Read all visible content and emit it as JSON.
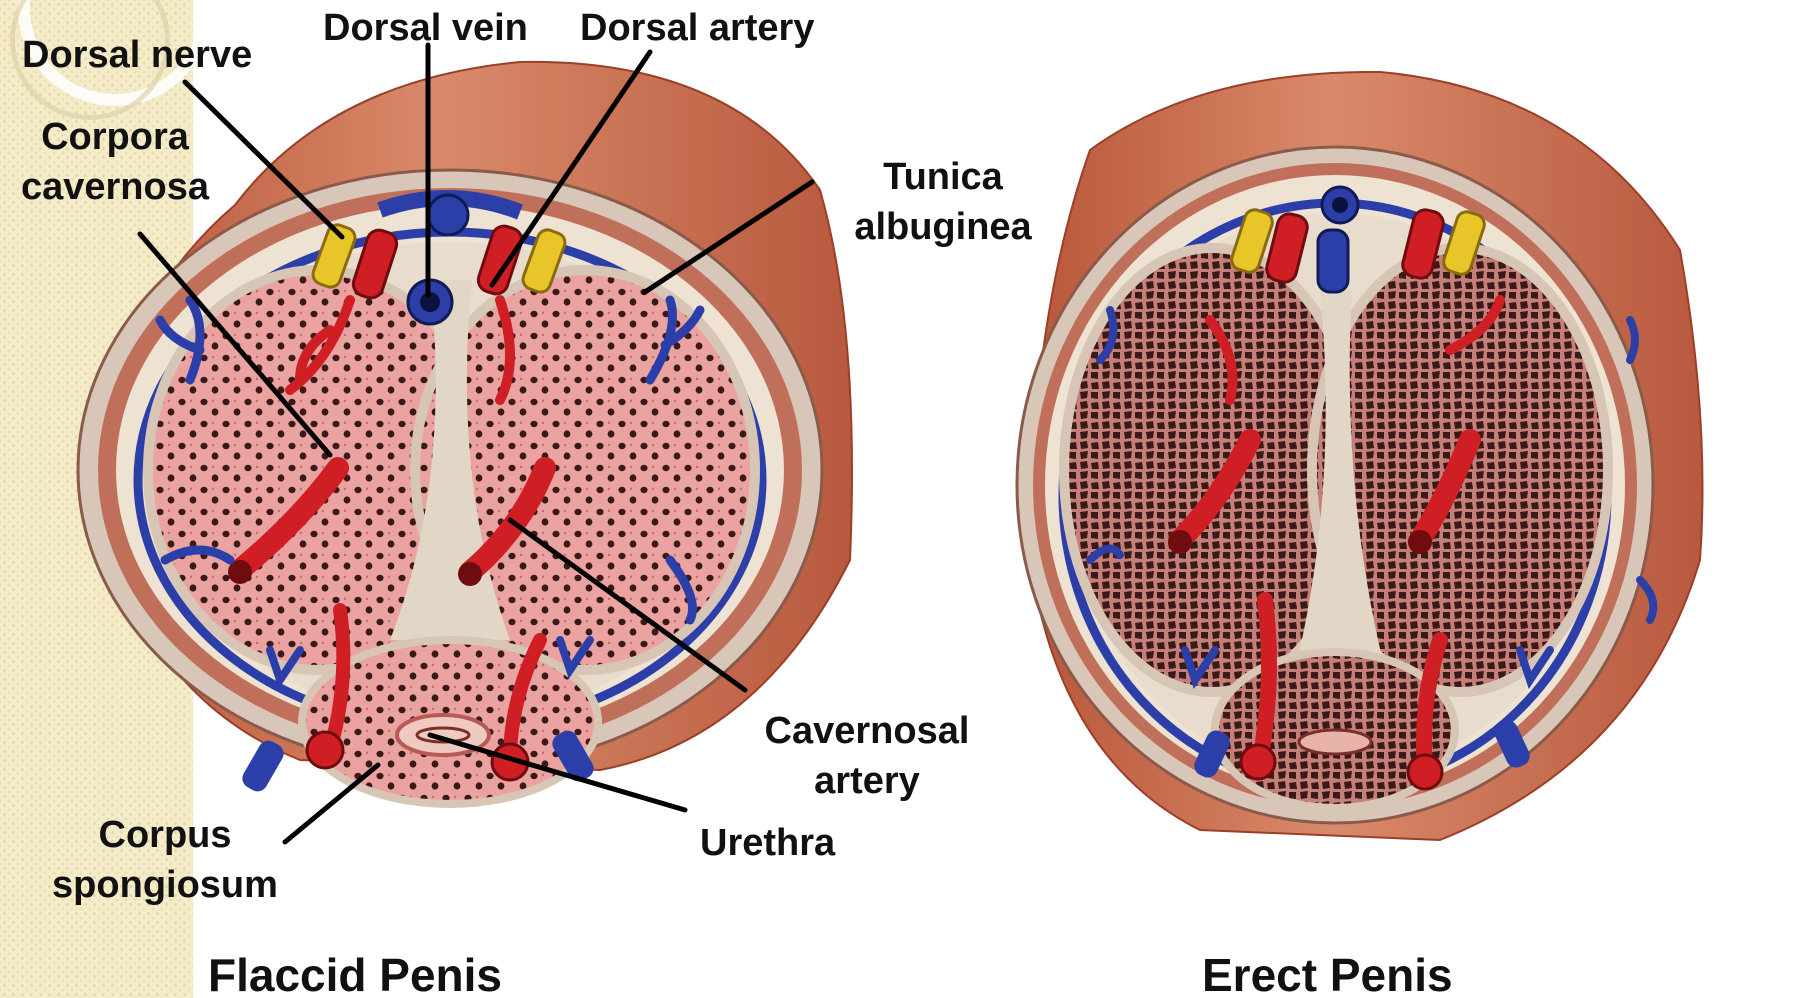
{
  "labels": {
    "dorsal_nerve": "Dorsal nerve",
    "dorsal_vein": "Dorsal vein",
    "dorsal_artery": "Dorsal artery",
    "corpora_cavernosa_line1": "Corpora",
    "corpora_cavernosa_line2": "cavernosa",
    "tunica_albuginea_line1": "Tunica",
    "tunica_albuginea_line2": "albuginea",
    "cavernosal_artery_line1": "Cavernosal",
    "cavernosal_artery_line2": "artery",
    "corpus_spongiosum_line1": "Corpus",
    "corpus_spongiosum_line2": "spongiosum",
    "urethra": "Urethra"
  },
  "captions": {
    "flaccid": "Flaccid Penis",
    "erect": "Erect Penis"
  },
  "colors": {
    "skin": "#c96a4c",
    "tissue_flaccid": "#e9a3a0",
    "tissue_erect": "#c97b72",
    "sinusoid": "#3a1a18",
    "artery": "#cf1f24",
    "vein": "#2c3fa8",
    "nerve": "#e8c62a",
    "tunica": "#e7d9cc",
    "background_strip": "#f4ecc9"
  }
}
